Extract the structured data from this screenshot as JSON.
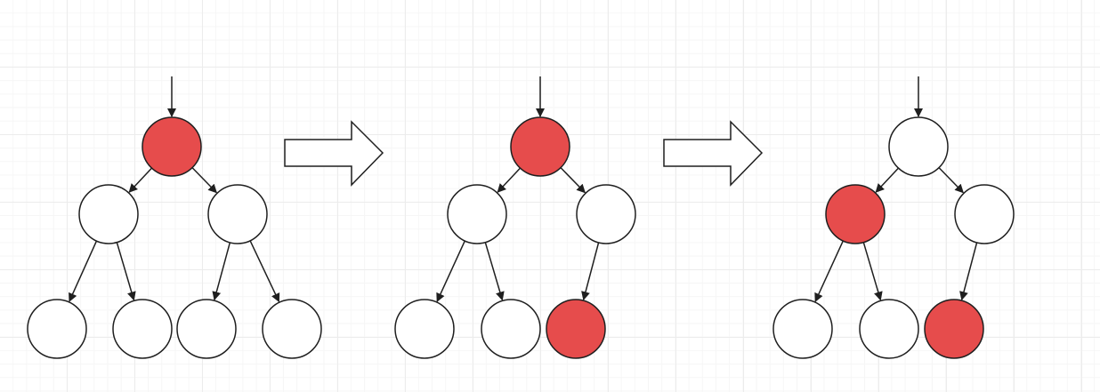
{
  "colors": {
    "highlight": "#e64c4c",
    "plain": "#ffffff",
    "stroke": "#1f1f1f"
  },
  "stages": [
    {
      "nodes": [
        {
          "id": "root",
          "state": "highlight"
        },
        {
          "id": "left",
          "state": "plain"
        },
        {
          "id": "right",
          "state": "plain"
        },
        {
          "id": "left-left",
          "state": "plain"
        },
        {
          "id": "left-right",
          "state": "plain"
        },
        {
          "id": "right-left",
          "state": "plain"
        },
        {
          "id": "right-right",
          "state": "plain"
        }
      ],
      "edges": [
        [
          "root",
          "left"
        ],
        [
          "root",
          "right"
        ],
        [
          "left",
          "left-left"
        ],
        [
          "left",
          "left-right"
        ],
        [
          "right",
          "right-left"
        ],
        [
          "right",
          "right-right"
        ]
      ]
    },
    {
      "nodes": [
        {
          "id": "root",
          "state": "highlight"
        },
        {
          "id": "left",
          "state": "plain"
        },
        {
          "id": "right",
          "state": "plain"
        },
        {
          "id": "left-left",
          "state": "plain"
        },
        {
          "id": "left-right",
          "state": "plain"
        },
        {
          "id": "right-left",
          "state": "highlight"
        }
      ],
      "edges": [
        [
          "root",
          "left"
        ],
        [
          "root",
          "right"
        ],
        [
          "left",
          "left-left"
        ],
        [
          "left",
          "left-right"
        ],
        [
          "right",
          "right-left"
        ]
      ]
    },
    {
      "nodes": [
        {
          "id": "root",
          "state": "plain"
        },
        {
          "id": "left",
          "state": "highlight"
        },
        {
          "id": "right",
          "state": "plain"
        },
        {
          "id": "left-left",
          "state": "plain"
        },
        {
          "id": "left-right",
          "state": "plain"
        },
        {
          "id": "right-left",
          "state": "highlight"
        }
      ],
      "edges": [
        [
          "root",
          "left"
        ],
        [
          "root",
          "right"
        ],
        [
          "left",
          "left-left"
        ],
        [
          "left",
          "left-right"
        ],
        [
          "right",
          "right-left"
        ]
      ]
    }
  ],
  "transition_arrows": 2
}
